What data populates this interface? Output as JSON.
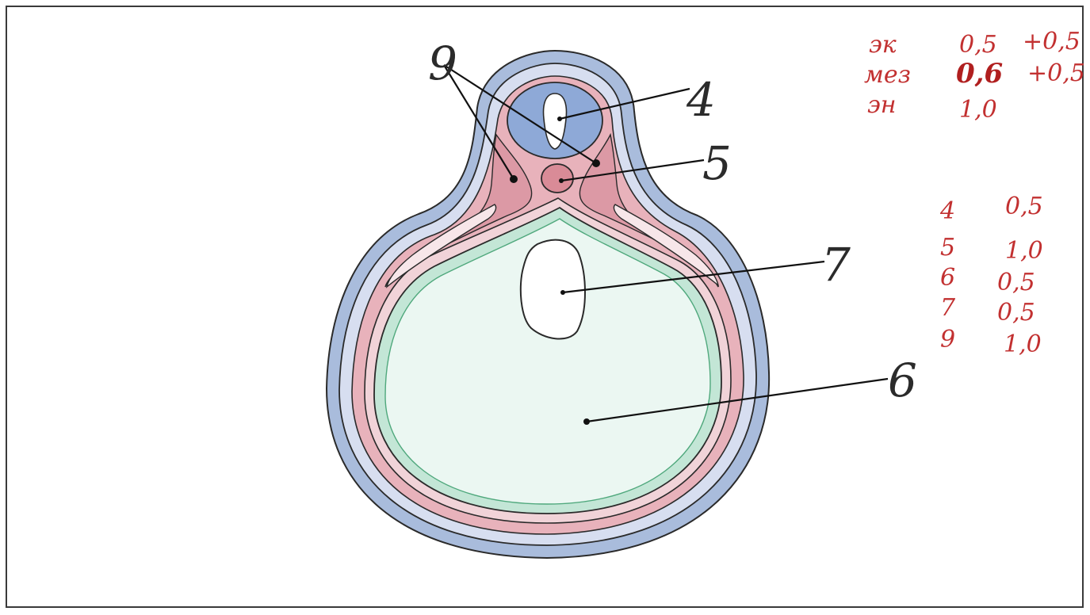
{
  "labels": {
    "l4": "4",
    "l5": "5",
    "l6": "6",
    "l7": "7",
    "l9": "9"
  },
  "grading_notes": {
    "top": [
      {
        "key": "эк",
        "value": "0,5",
        "extra": "+0,5"
      },
      {
        "key": "мез",
        "value": "0,6",
        "extra": "+0,5"
      },
      {
        "key": "эн",
        "value": "1,0",
        "extra": ""
      }
    ],
    "scores": [
      {
        "key": "4",
        "value": "0,5"
      },
      {
        "key": "5",
        "value": "1,0"
      },
      {
        "key": "6",
        "value": "0,5"
      },
      {
        "key": "7",
        "value": "0,5"
      },
      {
        "key": "9",
        "value": "1,0"
      }
    ]
  },
  "colors": {
    "ectoderm": "#9fb4d8",
    "mesoderm": "#e5a9b3",
    "endoderm": "#b9e0cf",
    "neural_tube": "#8aa6d6",
    "aorta": "#d88c96",
    "ink": "#2b2b2b",
    "pencil_red": "#c23030"
  }
}
